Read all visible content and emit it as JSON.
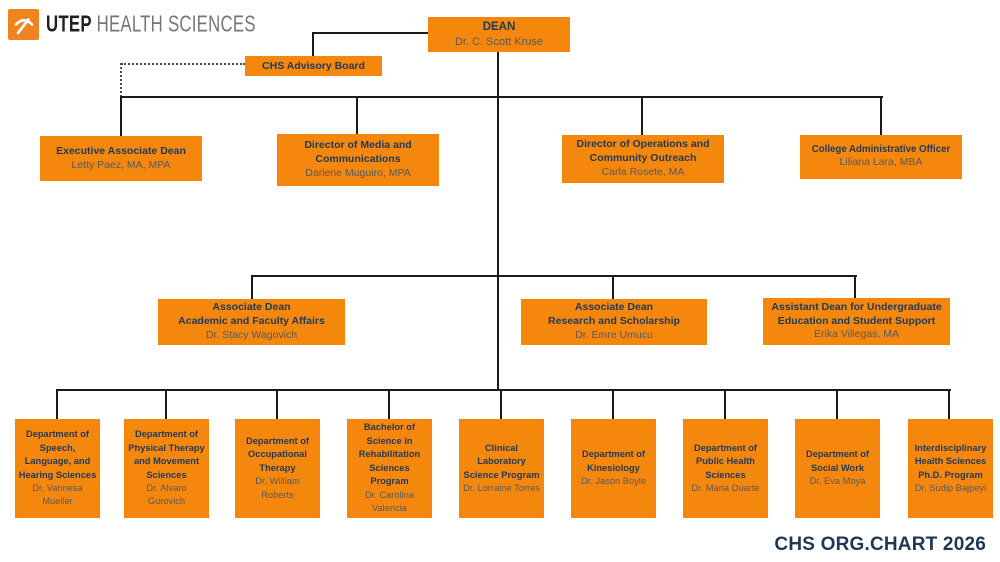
{
  "colors": {
    "orange": "#F6870D",
    "logo-orange": "#F0831E",
    "navy": "#1F3A54",
    "gray": "#595959",
    "line": "#1A1A1A",
    "footer-navy": "#1E3658",
    "logo-black": "#231F20",
    "logo-gray": "#75767A"
  },
  "logo": {
    "icon": "pickaxe-icon",
    "brand_bold": "UTEP",
    "brand_rest": "HEALTH SCIENCES"
  },
  "footer": {
    "caption": "CHS ORG.CHART 2026"
  },
  "org": {
    "dean": {
      "title": "DEAN",
      "name": "Dr. C. Scott Kruse"
    },
    "advisory_board": {
      "title": "CHS Advisory Board"
    },
    "executive_row": [
      {
        "title_lines": [
          "Executive Associate Dean"
        ],
        "name": "Letty Paez, MA, MPA"
      },
      {
        "title_lines": [
          "Director of Media and",
          "Communications"
        ],
        "name": "Darlene Muguiro, MPA"
      },
      {
        "title_lines": [
          "Director of Operations and",
          "Community Outreach"
        ],
        "name": "Carla Rosete, MA"
      },
      {
        "title_lines": [
          "College Administrative Officer"
        ],
        "name": "Liliana Lara, MBA"
      }
    ],
    "dean_row": [
      {
        "title_lines": [
          "Associate Dean",
          "Academic and Faculty Affairs"
        ],
        "name": "Dr. Stacy Wagovich"
      },
      {
        "title_lines": [
          "Associate Dean",
          "Research and Scholarship"
        ],
        "name": "Dr. Emre Umucu"
      },
      {
        "title_lines": [
          "Assistant Dean for Undergraduate",
          "Education and Student Support"
        ],
        "name": "Erika Villegas, MA"
      }
    ],
    "department_row": [
      {
        "title": "Department of Speech, Language, and Hearing Sciences",
        "name": "Dr. Vannesa Mueller"
      },
      {
        "title": "Department of Physical Therapy and Movement Sciences",
        "name": "Dr. Alvaro Gurovich"
      },
      {
        "title": "Department of Occupational Therapy",
        "name": "Dr. William Roberts"
      },
      {
        "title": "Bachelor of Science in Rehabilitation Sciences Program",
        "name": "Dr. Carolina Valencia"
      },
      {
        "title": "Clinical Laboratory Science Program",
        "name": "Dr. Lorraine Torres"
      },
      {
        "title": "Department of Kinesiology",
        "name": "Dr. Jason Boyle"
      },
      {
        "title": "Department of Public Health Sciences",
        "name": "Dr. Maria Duarte"
      },
      {
        "title": "Department of Social Work",
        "name": "Dr. Eva Moya"
      },
      {
        "title": "Interdisciplinary Health Sciences Ph.D. Program",
        "name": "Dr. Sudip Bajpeyi"
      }
    ]
  }
}
